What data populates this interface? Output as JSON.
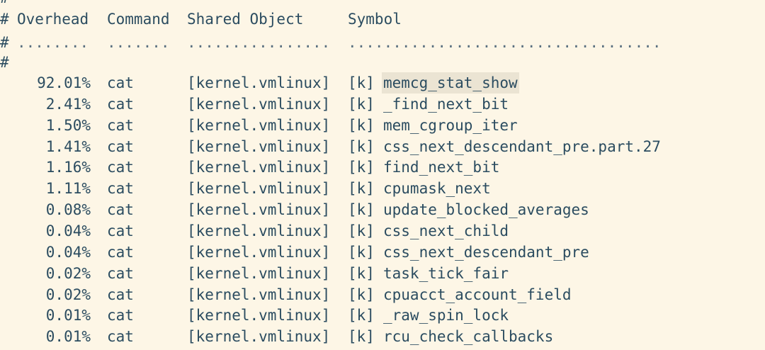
{
  "top_comment": "#",
  "header": {
    "hash": "#",
    "overhead": "Overhead",
    "command": "Command",
    "shared_object": "Shared Object",
    "symbol": "Symbol"
  },
  "separator": {
    "hash": "#",
    "overhead": "........",
    "command": ".......",
    "shared_object": "................",
    "symbol": "..................................."
  },
  "blank_comment": "#",
  "rows": [
    {
      "overhead": "92.01%",
      "command": "cat",
      "shared_object": "[kernel.vmlinux]",
      "priv": "[k]",
      "symbol": "memcg_stat_show"
    },
    {
      "overhead": "2.41%",
      "command": "cat",
      "shared_object": "[kernel.vmlinux]",
      "priv": "[k]",
      "symbol": "_find_next_bit"
    },
    {
      "overhead": "1.50%",
      "command": "cat",
      "shared_object": "[kernel.vmlinux]",
      "priv": "[k]",
      "symbol": "mem_cgroup_iter"
    },
    {
      "overhead": "1.41%",
      "command": "cat",
      "shared_object": "[kernel.vmlinux]",
      "priv": "[k]",
      "symbol": "css_next_descendant_pre.part.27"
    },
    {
      "overhead": "1.16%",
      "command": "cat",
      "shared_object": "[kernel.vmlinux]",
      "priv": "[k]",
      "symbol": "find_next_bit"
    },
    {
      "overhead": "1.11%",
      "command": "cat",
      "shared_object": "[kernel.vmlinux]",
      "priv": "[k]",
      "symbol": "cpumask_next"
    },
    {
      "overhead": "0.08%",
      "command": "cat",
      "shared_object": "[kernel.vmlinux]",
      "priv": "[k]",
      "symbol": "update_blocked_averages"
    },
    {
      "overhead": "0.04%",
      "command": "cat",
      "shared_object": "[kernel.vmlinux]",
      "priv": "[k]",
      "symbol": "css_next_child"
    },
    {
      "overhead": "0.04%",
      "command": "cat",
      "shared_object": "[kernel.vmlinux]",
      "priv": "[k]",
      "symbol": "css_next_descendant_pre"
    },
    {
      "overhead": "0.02%",
      "command": "cat",
      "shared_object": "[kernel.vmlinux]",
      "priv": "[k]",
      "symbol": "task_tick_fair"
    },
    {
      "overhead": "0.02%",
      "command": "cat",
      "shared_object": "[kernel.vmlinux]",
      "priv": "[k]",
      "symbol": "cpuacct_account_field"
    },
    {
      "overhead": "0.01%",
      "command": "cat",
      "shared_object": "[kernel.vmlinux]",
      "priv": "[k]",
      "symbol": "_raw_spin_lock"
    },
    {
      "overhead": "0.01%",
      "command": "cat",
      "shared_object": "[kernel.vmlinux]",
      "priv": "[k]",
      "symbol": "rcu_check_callbacks"
    }
  ],
  "colors": {
    "background": "#fdf6e6",
    "text": "#2b4c60",
    "highlight": "#ebe4d3"
  }
}
